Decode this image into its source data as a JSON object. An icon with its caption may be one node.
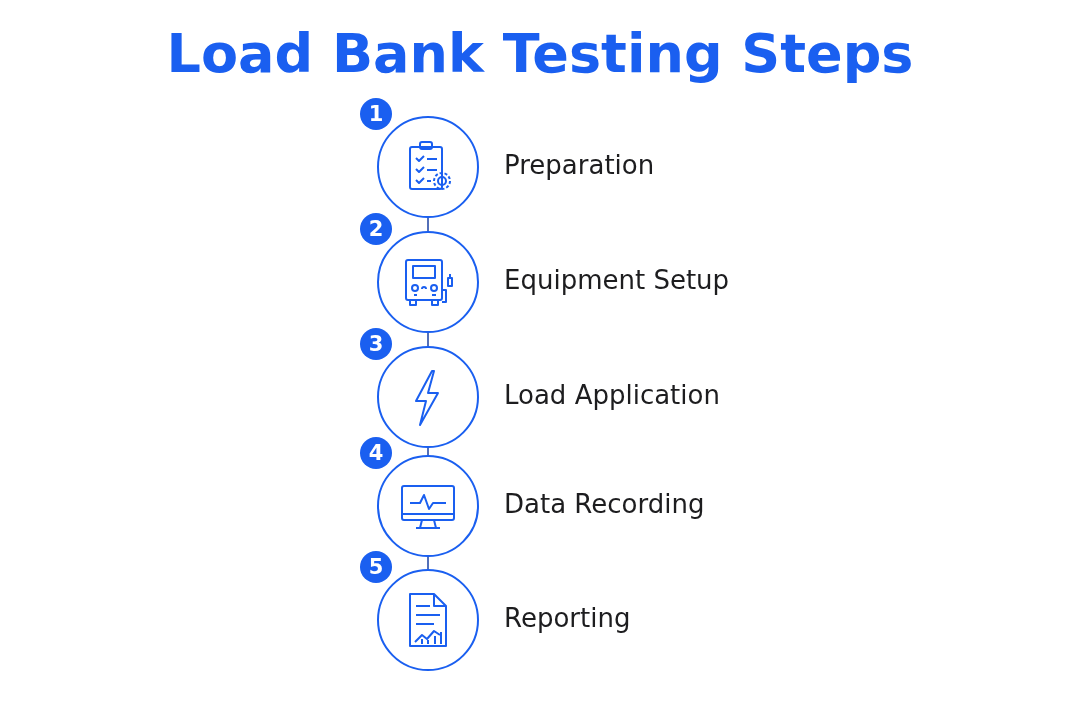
{
  "diagram": {
    "title": "Load Bank Testing Steps",
    "nodes": [
      {
        "text": [
          "1",
          "Preparation"
        ]
      },
      {
        "text": [
          "2",
          "Equipment Setup"
        ]
      },
      {
        "text": [
          "3",
          "Load Application"
        ]
      },
      {
        "text": [
          "4",
          "Data Recording"
        ]
      },
      {
        "text": [
          "5",
          "Reporting"
        ]
      }
    ],
    "edges": [
      {
        "from": 0,
        "to": 1,
        "arrow": "none"
      },
      {
        "from": 1,
        "to": 2,
        "arrow": "none"
      },
      {
        "from": 2,
        "to": 3,
        "arrow": "none"
      },
      {
        "from": 3,
        "to": 4,
        "arrow": "none"
      }
    ]
  }
}
